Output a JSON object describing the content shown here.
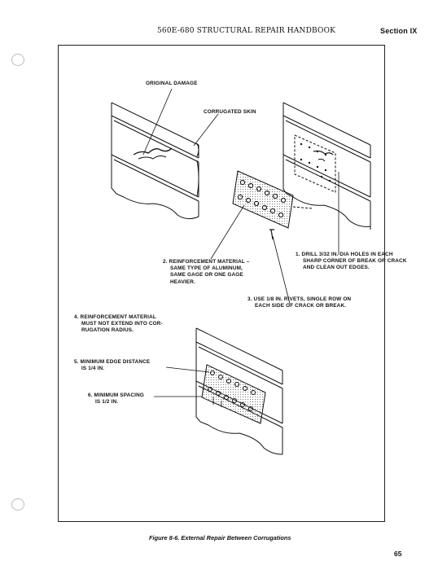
{
  "header": {
    "title": "560E-680 STRUCTURAL REPAIR HANDBOOK",
    "section": "Section IX"
  },
  "labels": {
    "original_damage": "ORIGINAL DAMAGE",
    "corrugated_skin": "CORRUGATED SKIN",
    "note1": [
      "1.  DRILL 3/32 IN. DIA  HOLES IN EACH",
      "SHARP CORNER OF BREAK OR CRACK",
      "AND CLEAN OUT EDGES."
    ],
    "note2": [
      "2.  REINFORCEMENT MATERIAL –",
      "SAME TYPE OF ALUMINUM,",
      "SAME GAGE OR ONE GAGE",
      "HEAVIER."
    ],
    "note3": [
      "3.  USE 1/8 IN. RIVETS, SINGLE ROW ON",
      "EACH SIDE OF CRACK OR BREAK."
    ],
    "note4": [
      "4.  REINFORCEMENT MATERIAL",
      "MUST NOT EXTEND INTO COR-",
      "RUGATION RADIUS."
    ],
    "note5": [
      "5.  MINIMUM EDGE DISTANCE",
      "IS 1/4 IN."
    ],
    "note6": [
      "6.  MINIMUM SPACING",
      "IS 1/2 IN."
    ]
  },
  "caption": "Figure 8-6.  External Repair Between Corrugations",
  "page_number": "65"
}
